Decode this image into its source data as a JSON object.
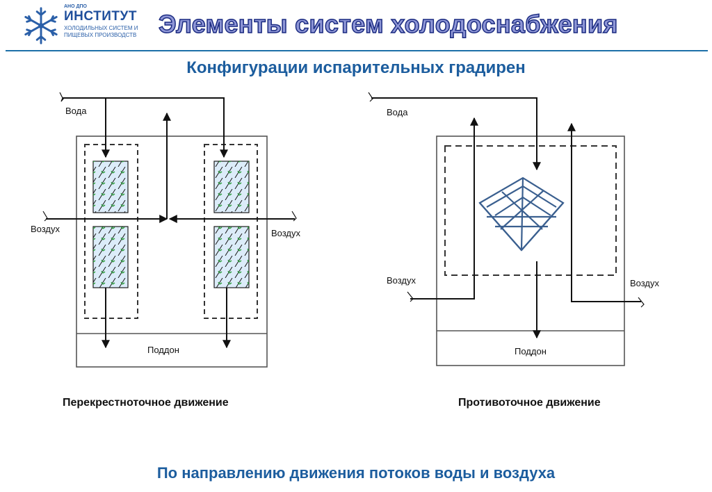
{
  "header": {
    "logo": {
      "small_text": "АНО ДПО",
      "name": "ИНСТИТУТ",
      "sub_line1": "ХОЛОДИЛЬНЫХ СИСТЕМ И",
      "sub_line2": "ПИЩЕВЫХ ПРОИЗВОДСТВ",
      "icon": "snowflake-icon"
    },
    "title": "Элементы систем холодоснабжения"
  },
  "subtitle": "Конфигурации испарительных градирен",
  "diagrams": {
    "crossflow": {
      "water_label": "Вода",
      "air_left_label": "Воздух",
      "air_right_label": "Воздух",
      "pan_label": "Поддон",
      "caption": "Перекрестноточное движение"
    },
    "counterflow": {
      "water_label": "Вода",
      "air_left_label": "Воздух",
      "air_right_label": "Воздух",
      "pan_label": "Поддон",
      "caption": "Противоточное движение"
    }
  },
  "footer": "По направлению движения потоков воды и воздуха",
  "colors": {
    "title_fill": "#8e96d6",
    "title_outline": "#1a2a80",
    "accent_blue": "#1c5d9e",
    "fill_media_green": "#2e9e3e",
    "fill_media_blue": "#6fb3e8"
  }
}
